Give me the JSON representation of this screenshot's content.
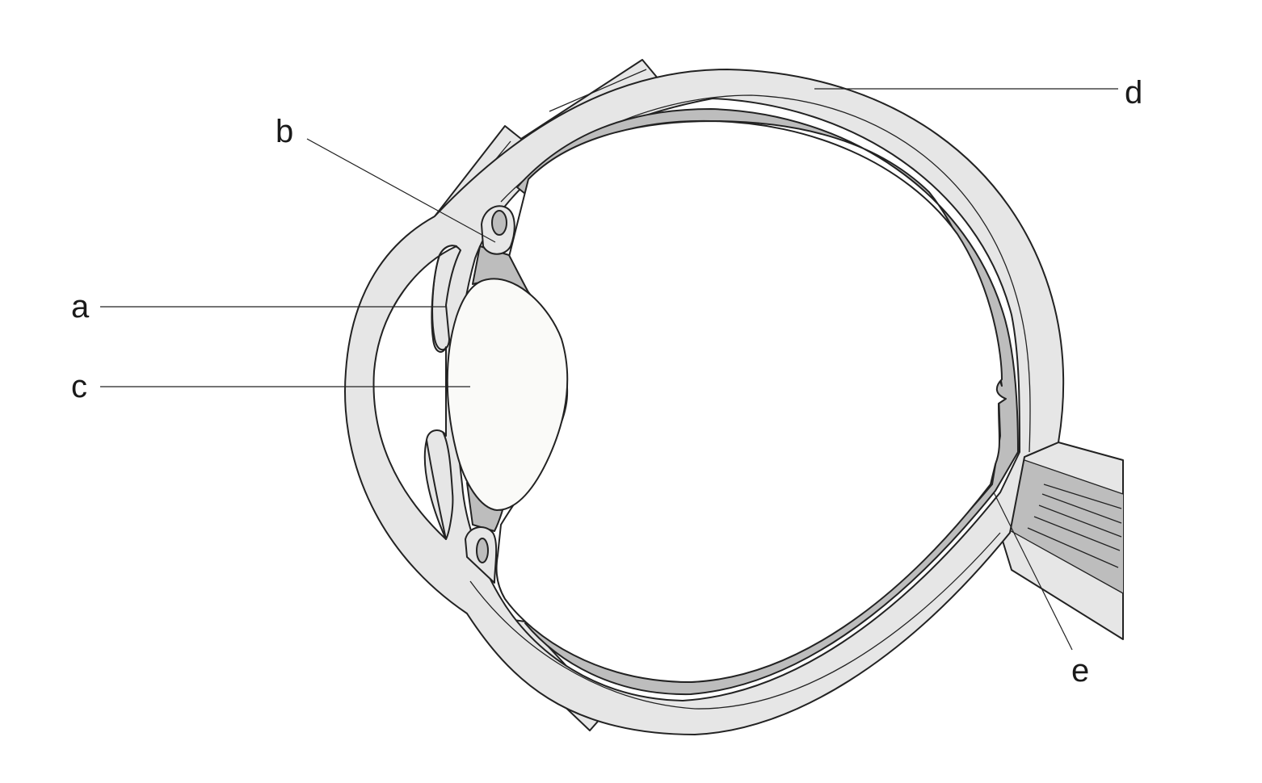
{
  "labels": {
    "a": "a",
    "b": "b",
    "c": "c",
    "d": "d",
    "e": "e"
  },
  "colors": {
    "tissue_light": "#e6e6e6",
    "tissue_dark": "#bdbdbd",
    "lens": "#fafaf8",
    "outline": "#222222",
    "background": "#ffffff"
  }
}
